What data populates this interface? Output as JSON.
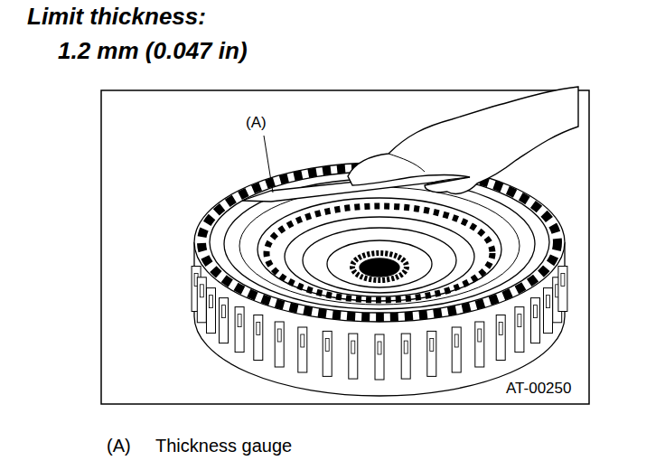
{
  "diagram": {
    "title": "Limit thickness:",
    "labels": [
      "1.2 mm (0.047 in)",
      "(A)",
      "AT-00250",
      "(A)",
      "Thickness gauge"
    ]
  }
}
